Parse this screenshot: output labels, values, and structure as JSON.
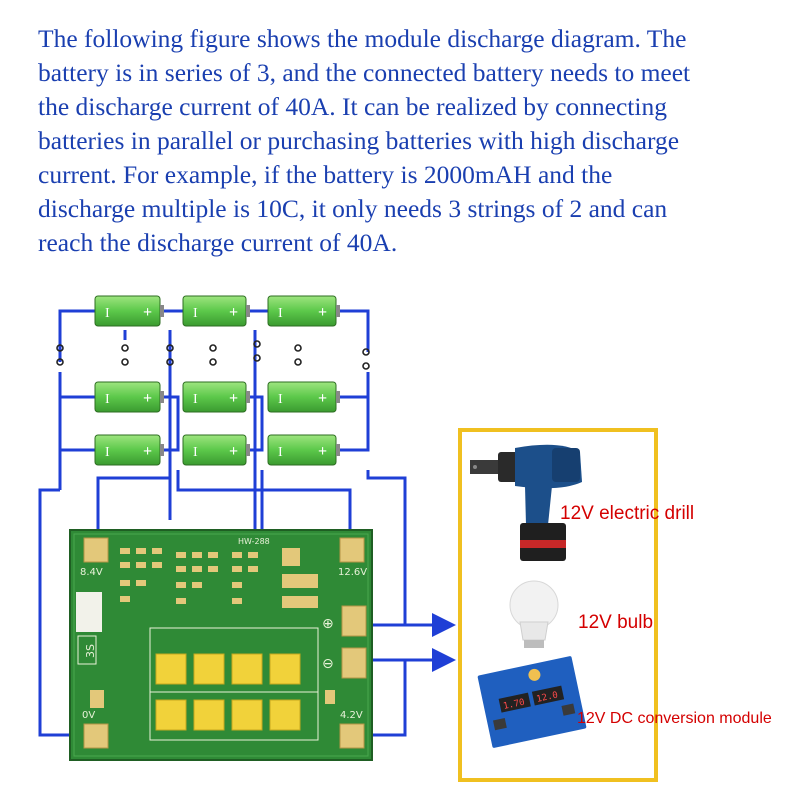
{
  "description": {
    "lines": [
      "The following figure shows the module discharge diagram. The",
      "battery is in series of 3, and the connected battery needs to meet",
      "the discharge current of 40A. It can be realized by connecting",
      "batteries in parallel or purchasing batteries with high discharge",
      "current. For example, if the battery is 2000mAH and the",
      "discharge multiple is 10C, it only needs 3 strings of 2 and can",
      "reach the discharge current of 40A."
    ]
  },
  "battery": {
    "minus_glyph": "I",
    "plus_glyph": "+"
  },
  "board": {
    "model": "HW-288",
    "pad_b_minus": "8.4V",
    "pad_b_plus": "12.6V",
    "pad_p_minus": "0V",
    "pad_p_plus": "4.2V",
    "series_mark": "3S",
    "plus_symbol": "⊕",
    "minus_symbol": "⊖"
  },
  "loads": {
    "drill_label": "12V electric drill",
    "bulb_label": "12V bulb",
    "module_label": "12V DC conversion module",
    "module_display_left": "1.70",
    "module_display_right": "12.0"
  },
  "colors": {
    "text_blue": "#1a3fb0",
    "wire_blue": "#1f3fd6",
    "label_red": "#d40000",
    "frame_yellow": "#f0c020",
    "board_green": "#2f8a36",
    "battery_green": "#5cc84a"
  }
}
